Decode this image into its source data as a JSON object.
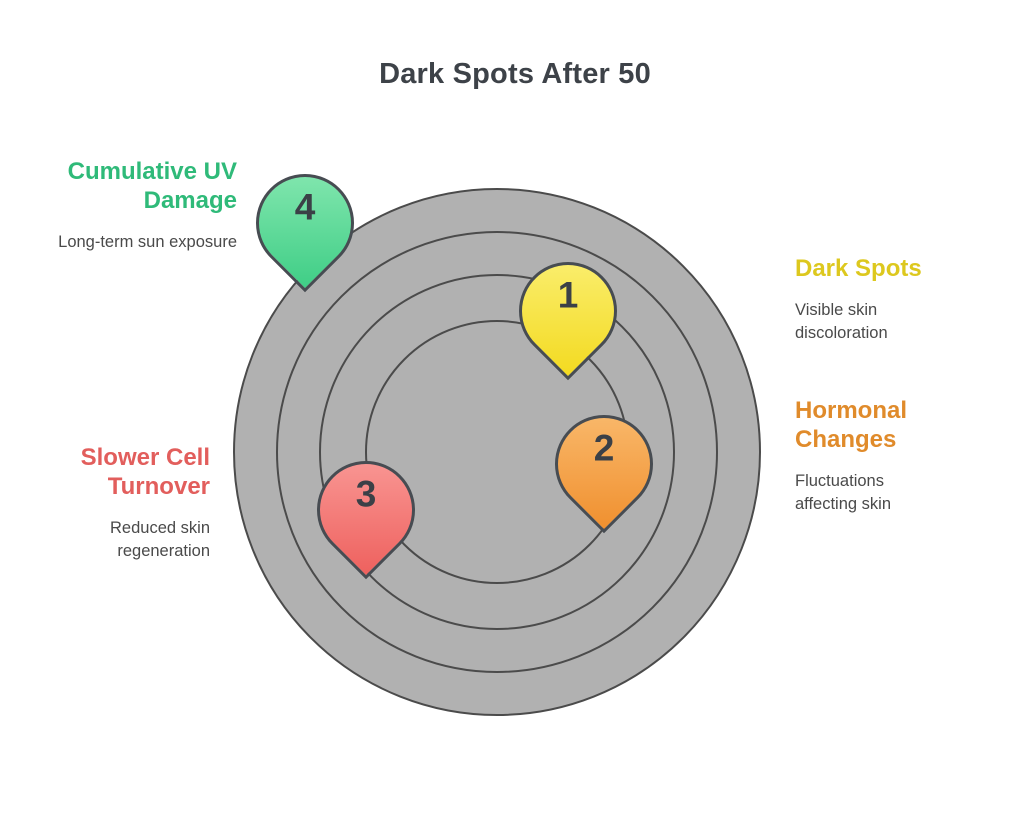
{
  "title": "Dark Spots After 50",
  "items": [
    {
      "number": "1",
      "label": "Dark Spots",
      "description": "Visible skin discoloration",
      "pin_color_top": "#fbf077",
      "pin_color_bottom": "#f3da20",
      "label_color": "#ddc81e"
    },
    {
      "number": "2",
      "label": "Hormonal Changes",
      "description": "Fluctuations affecting skin",
      "pin_color_top": "#fabd72",
      "pin_color_bottom": "#f0902f",
      "label_color": "#e08b2b"
    },
    {
      "number": "3",
      "label": "Slower Cell Turnover",
      "description": "Reduced skin regeneration",
      "pin_color_top": "#fa9d9a",
      "pin_color_bottom": "#ee615e",
      "label_color": "#e25e5c"
    },
    {
      "number": "4",
      "label": "Cumulative UV Damage",
      "description": "Long-term sun exposure",
      "pin_color_top": "#8ae9b3",
      "pin_color_bottom": "#3fce86",
      "label_color": "#2fba79"
    }
  ],
  "colors": {
    "background": "#ffffff",
    "circle_fill": "#b1b1b1",
    "circle_stroke": "#4b4b4b",
    "title_color": "#3d4248",
    "description_color": "#4a4a4a",
    "pin_number_color": "#3b4047",
    "pin_border": "#474c52"
  }
}
